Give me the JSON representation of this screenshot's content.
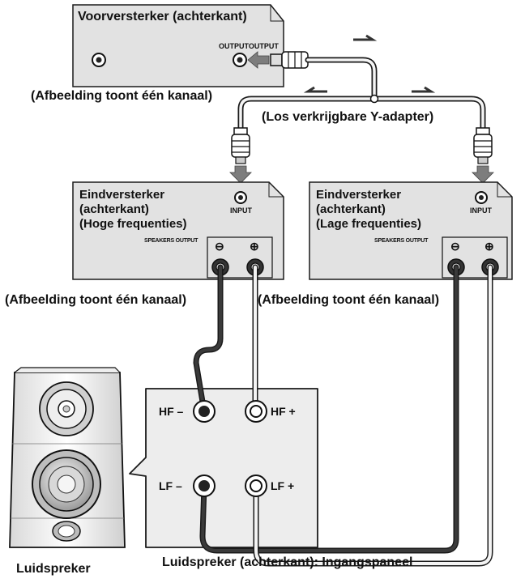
{
  "preamp": {
    "title": "Voorversterker (achterkant)",
    "output_label": "OUTPUTOUTPUT",
    "caption": "(Afbeelding toont één kanaal)"
  },
  "y_adapter_label": "(Los verkrijgbare Y-adapter)",
  "amp_high": {
    "title": "Eindversterker\n(achterkant)\n(Hoge frequenties)",
    "input_label": "INPUT",
    "speakers_output_label": "SPEAKERS OUTPUT",
    "minus": "⊖",
    "plus": "⊕",
    "caption": "(Afbeelding toont één kanaal)"
  },
  "amp_low": {
    "title": "Eindversterker\n(achterkant)\n(Lage frequenties)",
    "input_label": "INPUT",
    "speakers_output_label": "SPEAKERS OUTPUT",
    "minus": "⊖",
    "plus": "⊕",
    "caption": "(Afbeelding toont één kanaal)"
  },
  "input_panel": {
    "hf_minus": "HF –",
    "hf_plus": "HF +",
    "lf_minus": "LF –",
    "lf_plus": "LF +",
    "caption": "Luidspreker (achterkant): Ingangspaneel"
  },
  "speaker_label": "Luidspreker",
  "colors": {
    "panel_fill": "#e2e2e2",
    "dark_cable": "#333333",
    "light_cable": "#f4f4f4",
    "outline": "#1a1a1a",
    "arrow": "#7d7d7d"
  }
}
